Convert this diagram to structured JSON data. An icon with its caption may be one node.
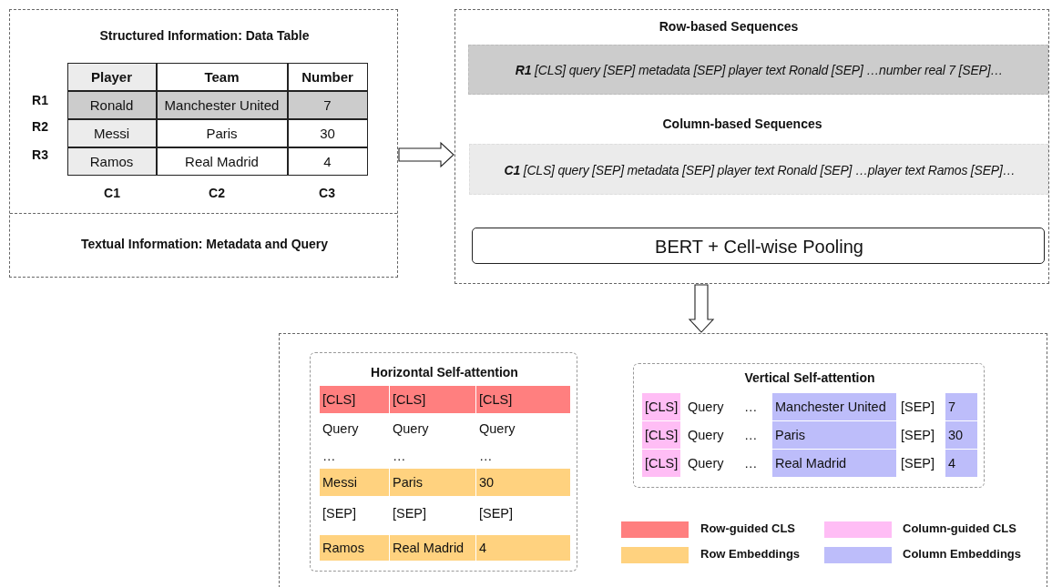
{
  "diagram": {
    "nodes": [
      {
        "text": [
          "Structured Information: Data Table",
          "Textual Information: Metadata and Query"
        ]
      },
      {
        "text": [
          "Row-based Sequences",
          "Column-based Sequences"
        ]
      },
      {
        "text": [
          "**R1** [CLS] query [SEP] metadata [SEP] player text Ronald [SEP] …number real 7 [SEP]…"
        ],
        "in": 1
      },
      {
        "text": [
          "**C1** [CLS] query [SEP] metadata [SEP] player text Ronald [SEP] …player text Ramos [SEP]…"
        ],
        "in": 1
      },
      {
        "text": [
          "BERT + Cell-wise Pooling"
        ],
        "in": 1
      },
      {
        "text": [],
        "shape": "box"
      },
      {
        "text": [
          "Horizontal Self-attention"
        ],
        "in": 5
      },
      {
        "text": [
          "Vertical Self-attention"
        ],
        "in": 5
      }
    ],
    "edges": [
      {
        "from": 0,
        "to": 1,
        "arrow": "to"
      },
      {
        "from": 1,
        "to": 5,
        "arrow": "to"
      }
    ],
    "labels": [
      "Player",
      "Team",
      "Number",
      "R1",
      "Ronald",
      "Manchester United",
      "7",
      "R2",
      "Messi",
      "Paris",
      "30",
      "R3",
      "Ramos",
      "Real Madrid",
      "4",
      "C1",
      "C2",
      "C3",
      "[CLS]",
      "[CLS]",
      "[CLS]",
      "Query",
      "Query",
      "Query",
      "…",
      "…",
      "…",
      "Messi",
      "Paris",
      "30",
      "[SEP]",
      "[SEP]",
      "[SEP]",
      "Ramos",
      "Real Madrid",
      "4",
      "[CLS]",
      "Query",
      "…",
      "Manchester United",
      "[SEP]",
      "7",
      "[CLS]",
      "Query",
      "…",
      "Paris",
      "[SEP]",
      "30",
      "[CLS]",
      "Query",
      "…",
      "Real Madrid",
      "[SEP]",
      "4"
    ],
    "legend": [
      {
        "text": "Row-guided CLS",
        "color": "#ff7f7f"
      },
      {
        "text": "Column-guided CLS",
        "color": "#ffbdf5"
      },
      {
        "text": "Row Embeddings",
        "color": "#ffd27f"
      },
      {
        "text": "Column Embeddings",
        "color": "#bdbdfa"
      }
    ]
  }
}
